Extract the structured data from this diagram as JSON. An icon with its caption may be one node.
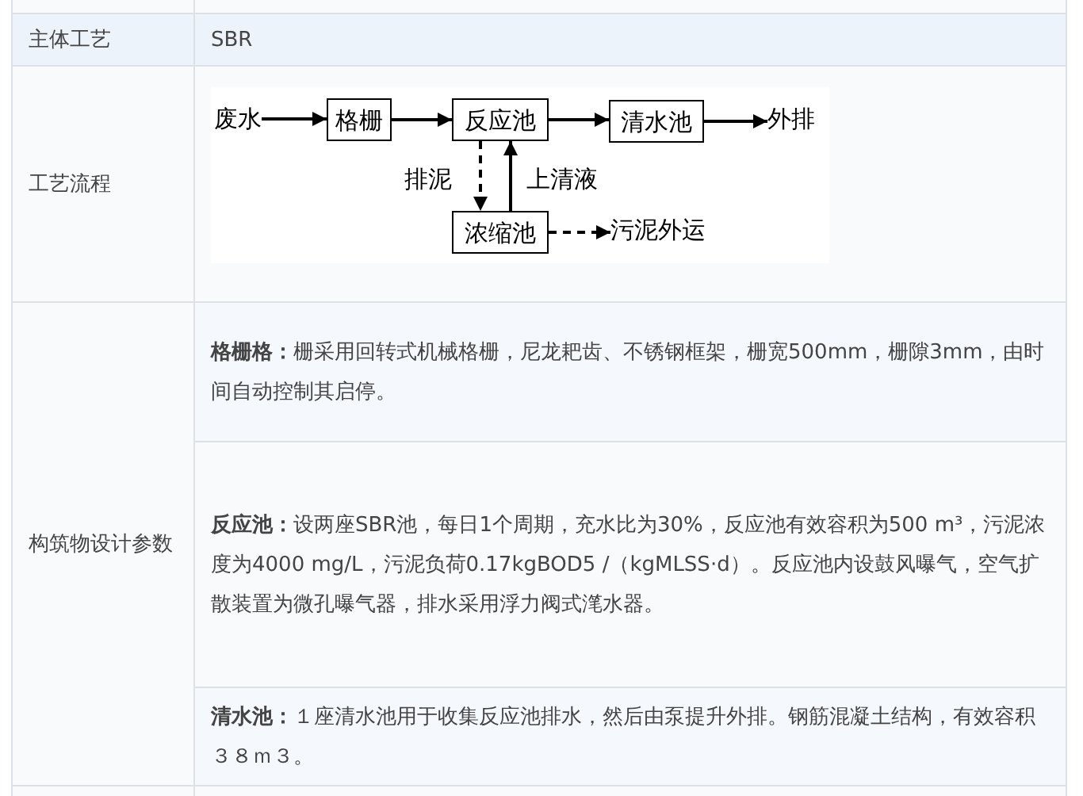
{
  "diagram": {
    "nodes": [
      {
        "text": [
          "废水"
        ]
      },
      {
        "text": [
          "格栅"
        ]
      },
      {
        "text": [
          "反应池"
        ]
      },
      {
        "text": [
          "清水池"
        ]
      },
      {
        "text": [
          "外排"
        ]
      },
      {
        "text": [
          "浓缩池"
        ]
      },
      {
        "text": [
          "污泥外运"
        ]
      }
    ],
    "edges": [
      {
        "from": 0,
        "to": 1,
        "arrow": "to"
      },
      {
        "from": 1,
        "to": 2,
        "arrow": "to"
      },
      {
        "from": 2,
        "to": 3,
        "arrow": "to"
      },
      {
        "from": 3,
        "to": 4,
        "arrow": "to"
      },
      {
        "from": 2,
        "to": 5,
        "arrow": "to",
        "label": "排泥",
        "style": "dashed"
      },
      {
        "from": 5,
        "to": 2,
        "arrow": "to",
        "label": "上清液"
      },
      {
        "from": 5,
        "to": 6,
        "arrow": "to",
        "style": "dashed"
      }
    ],
    "labels": [
      "主体工艺",
      "SBR",
      "工艺流程",
      "构筑物设计参数",
      "**格栅格：**栅采用回转式机械格栅，尼龙耙齿、不锈钢框架，栅宽500mm，栅隙3mm，由时间自动控制其启停。",
      "**反应池：**设两座SBR池，每日1个周期，充水比为30%，反应池有效容积为500 m³，污泥浓度为4000 mg/L，污泥负荷0.17kgBOD5 /（kgMLSS·d）。反应池内设鼓风曝气，空气扩散装置为微孔曝气器，排水采用浮力阀式滗水器。",
      "**清水池：**１座清水池用于收集反应池排水，然后由泵提升外排。钢筋混凝土结构，有效容积３８ｍ３。"
    ]
  }
}
